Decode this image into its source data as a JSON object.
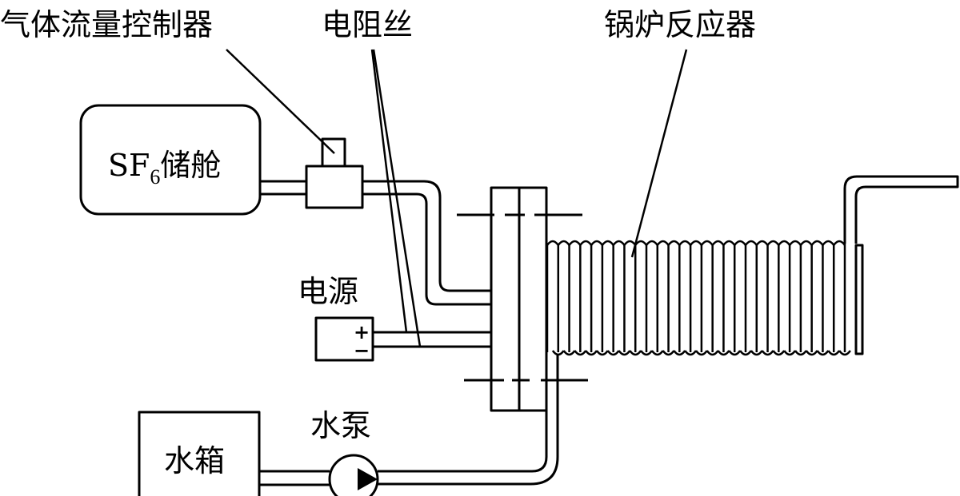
{
  "labels": {
    "flow_controller": "气体流量控制器",
    "resistance_wire": "电阻丝",
    "boiler_reactor": "锅炉反应器",
    "sf6_tank_prefix": "SF",
    "sf6_tank_subscript": "6",
    "sf6_tank_suffix": "储舱",
    "power_supply": "电源",
    "power_plus": "+",
    "power_minus": "−",
    "water_tank": "水箱",
    "water_pump": "水泵"
  },
  "coil": {
    "turns": 27
  },
  "colors": {
    "line": "#000000",
    "background": "#ffffff"
  }
}
